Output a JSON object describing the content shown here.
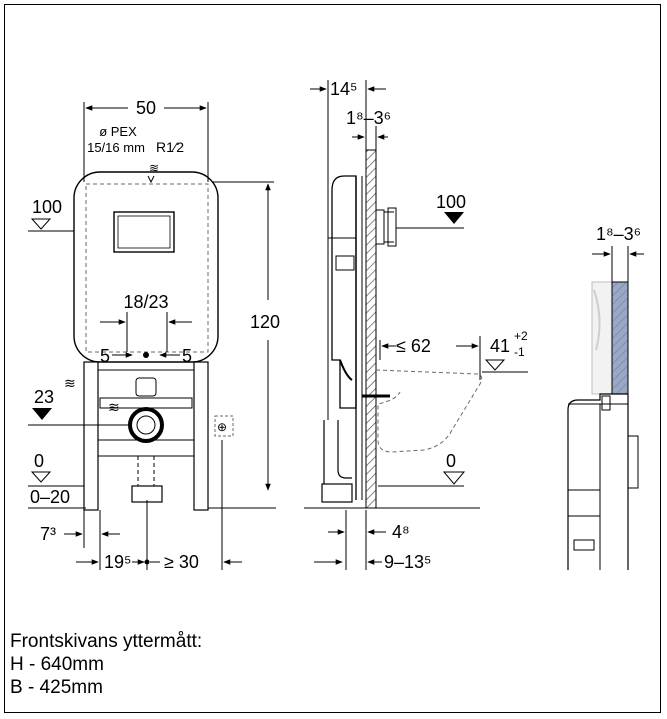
{
  "front": {
    "width": "50",
    "pipe_label": "ø PEX",
    "pipe_size": "15/16 mm",
    "thread": "R1⁄2",
    "height": "120",
    "level_100": "100",
    "spacing": "18/23",
    "offset_left": "5",
    "offset_right": "5",
    "level_23": "23",
    "level_0": "0",
    "range_0_20": "0–20",
    "dim_7_3": "7³",
    "dim_19_5": "19⁵",
    "dim_ge_30": "≥ 30"
  },
  "side": {
    "dim_14_5": "14⁵",
    "dim_1_8_3_6": "1⁸–3⁶",
    "level_100": "100",
    "dim_le_62": "≤ 62",
    "dim_41": "41",
    "tol_plus": "+2",
    "tol_minus": "-1",
    "level_0": "0",
    "dim_4_8": "4⁸",
    "dim_9_13_5": "9–13⁵"
  },
  "detail": {
    "dim_1_8_3_6": "1⁸–3⁶"
  },
  "caption": {
    "title": "Frontskivans yttermått:",
    "height": "H - 640mm",
    "width": "B - 425mm"
  },
  "colors": {
    "outline": "#000000",
    "panel_fill": "#9aa8c8",
    "wall_fill": "#cfcfcf",
    "dash": "#6a6a6a"
  }
}
